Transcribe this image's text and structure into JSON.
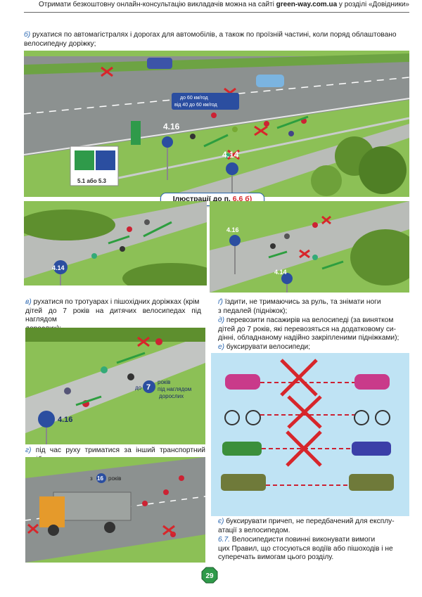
{
  "header": {
    "text_a": "Отримати безкоштовну онлайн-консультацію викладачів можна на сайті ",
    "site": "green-way.com.ua",
    "text_b": " у розділі «Довідники»"
  },
  "para_b": {
    "letter": "б)",
    "line1": " рухатися по автомагістралях і дорогах для автомобілів, а також по проїзній частині, коли поряд облаштовано",
    "line2": "велосипедну доріжку;"
  },
  "top_ill": {
    "sign_416": "4.16",
    "sign_414": "4.14",
    "sign_51_53": "5.1 або 5.3",
    "speed_1": "до 60 км/год",
    "speed_2": "від 40 до 60 км/год"
  },
  "caption": {
    "prefix": "Ілюстрації до п. ",
    "ref": "6.6 б)"
  },
  "mid_left_ill": {
    "sign": "4.14"
  },
  "mid_right_ill": {
    "sign_416": "4.16",
    "sign_414": "4.14"
  },
  "para_v": {
    "letter": "в)",
    "line1": " рухатися по тротуарах і пішохідних доріжках (крім",
    "line2": "дітей до 7 років на дитячих велосипедах під наглядом",
    "line3": "дорослих);"
  },
  "para_g2": {
    "letter": "ґ)",
    "line1": " їздити, не тримаючись за руль, та знімати ноги",
    "line2": "з педалей (підніжок);"
  },
  "para_d": {
    "letter": "д)",
    "line1": " перевозити пасажирів на велосипеді (за винятком",
    "line2": "дітей до 7 років, які перевозяться на додатковому си-",
    "line3": "дінні, обладнаному надійно закріпленими підніжками);"
  },
  "para_e": {
    "letter": "е)",
    "line1": " буксирувати велосипеди;"
  },
  "v_ill": {
    "age": "7",
    "age_text1": "до",
    "age_text2": "років",
    "age_text3": "під наглядом",
    "age_text4": "дорослих",
    "sign": "4.16"
  },
  "para_g": {
    "letter": "г)",
    "line1": " під час руху триматися за інший транспортний засіб;"
  },
  "g_ill": {
    "prefix": "з",
    "age": "16",
    "suffix": "років"
  },
  "para_ye": {
    "letter": "є)",
    "line1": " буксирувати причеп, не передбачений для експлу-",
    "line2": "атації з велосипедом."
  },
  "para_67": {
    "num": "6.7.",
    "line1": " Велосипедисти повинні виконувати вимоги",
    "line2": "цих Правил, що стосуються водіїв або пішоходів і не",
    "line3": "суперечать вимогам цього розділу."
  },
  "page_number": "29",
  "colors": {
    "accent_blue": "#2a67b1",
    "red": "#d7262b",
    "grass": "#7fb64a",
    "path_grey": "#b9bcb8"
  }
}
